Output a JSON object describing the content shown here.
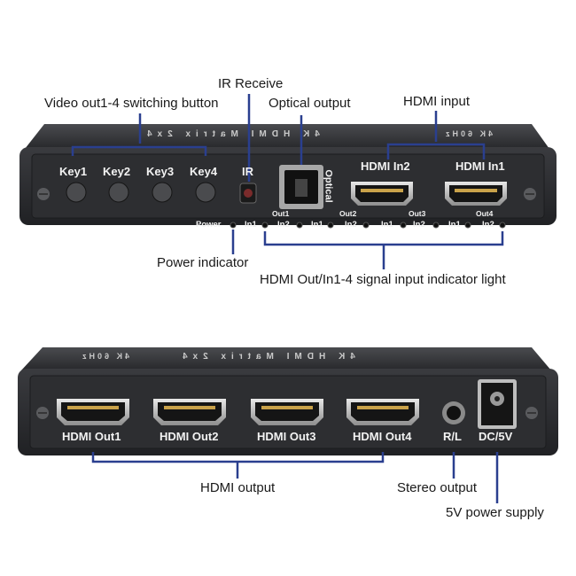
{
  "top_device": {
    "top_strip_text": "4K HDMI Matrix 2x4",
    "top_strip_right": "4K 60Hz",
    "keys": [
      "Key1",
      "Key2",
      "Key3",
      "Key4"
    ],
    "ir_label": "IR",
    "optical_label": "Optical",
    "hdmi_in2_label": "HDMI In2",
    "hdmi_in1_label": "HDMI In1",
    "power_label": "Power",
    "out_groups": [
      {
        "name": "Out1",
        "in1": "In1",
        "in2": "In2"
      },
      {
        "name": "Out2",
        "in1": "In1",
        "in2": "In2"
      },
      {
        "name": "Out3",
        "in1": "In1",
        "in2": "In2"
      },
      {
        "name": "Out4",
        "in1": "In1",
        "in2": "In2"
      }
    ]
  },
  "bottom_device": {
    "top_strip_text": "4K HDMI Matrix 2x4",
    "top_strip_right": "4K 60Hz",
    "outputs": [
      "HDMI Out1",
      "HDMI Out2",
      "HDMI Out3",
      "HDMI Out4"
    ],
    "rl_label": "R/L",
    "dc_label": "DC/5V"
  },
  "callouts": {
    "ir_receive": "IR Receive",
    "video_switch": "Video out1-4 switching button",
    "optical_output": "Optical output",
    "hdmi_input": "HDMI input",
    "power_indicator": "Power indicator",
    "signal_indicator": "HDMI Out/In1-4 signal input indicator light",
    "hdmi_output": "HDMI output",
    "stereo_output": "Stereo output",
    "power_supply": "5V power supply"
  },
  "colors": {
    "callout_line": "#2a3f8f",
    "panel": "#2c2d30",
    "label": "#f2f2f2"
  }
}
